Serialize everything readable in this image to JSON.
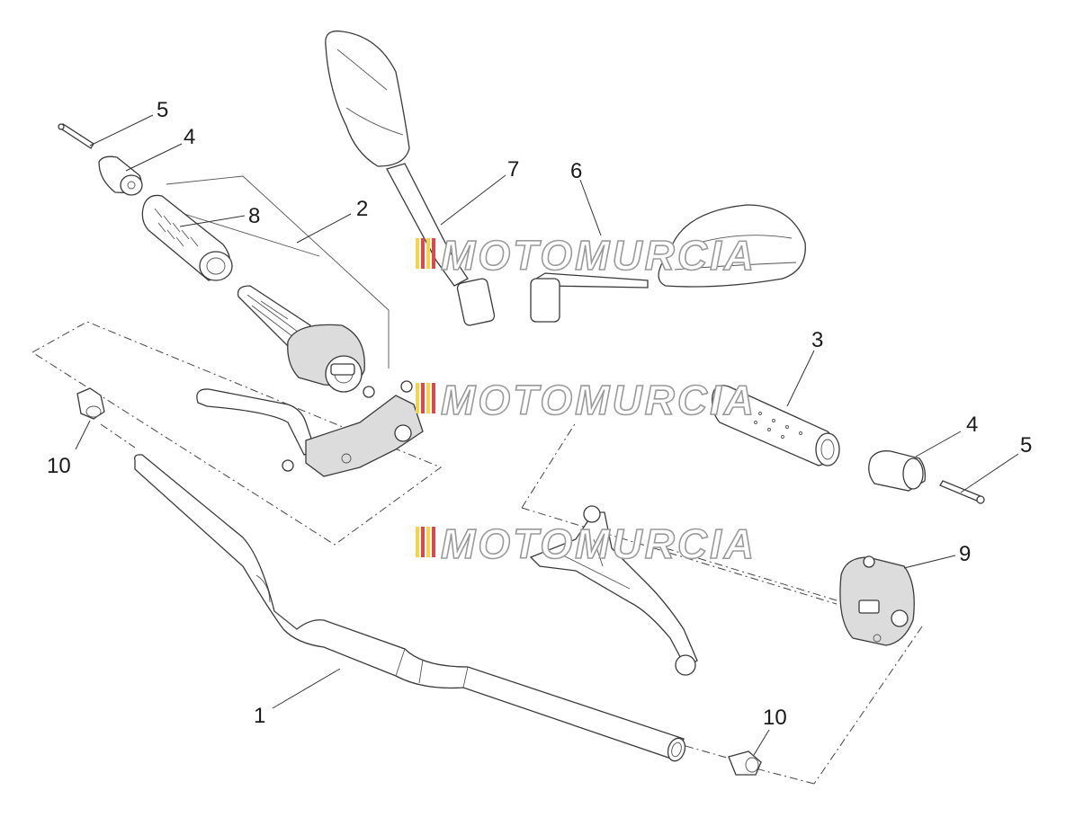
{
  "watermark": {
    "text": "MOTOMURCIA",
    "flag_colors": [
      "#f5d547",
      "#e2454a",
      "#f5d547",
      "#e2454a"
    ]
  },
  "callouts": [
    {
      "id": "c5a",
      "label": "5"
    },
    {
      "id": "c4a",
      "label": "4"
    },
    {
      "id": "c8",
      "label": "8"
    },
    {
      "id": "c2",
      "label": "2"
    },
    {
      "id": "c7",
      "label": "7"
    },
    {
      "id": "c6",
      "label": "6"
    },
    {
      "id": "c3",
      "label": "3"
    },
    {
      "id": "c4b",
      "label": "4"
    },
    {
      "id": "c5b",
      "label": "5"
    },
    {
      "id": "c10a",
      "label": "10"
    },
    {
      "id": "c9",
      "label": "9"
    },
    {
      "id": "c1",
      "label": "1"
    },
    {
      "id": "c10b",
      "label": "10"
    }
  ]
}
